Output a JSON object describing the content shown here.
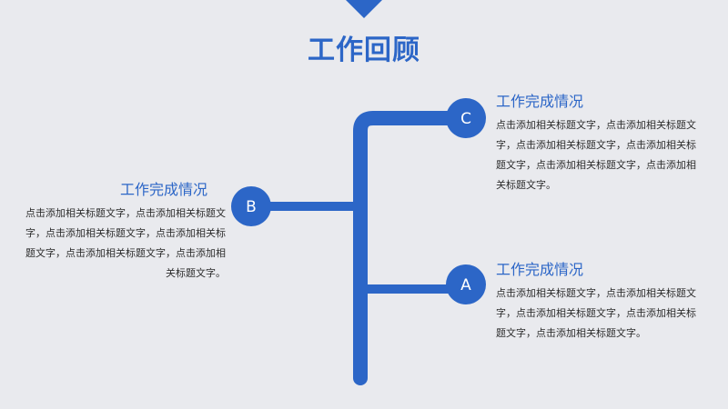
{
  "title": "工作回顾",
  "colors": {
    "accent": "#2c66c7",
    "background": "#e9eaee",
    "body_text": "#2c2c2c"
  },
  "nodes": {
    "b": {
      "label": "B",
      "heading": "工作完成情况",
      "body": "点击添加相关标题文字，点击添加相关标题文字，点击添加相关标题文字，点击添加相关标题文字，点击添加相关标题文字，点击添加相关标题文字。"
    },
    "c": {
      "label": "C",
      "heading": "工作完成情况",
      "body": "点击添加相关标题文字，点击添加相关标题文字，点击添加相关标题文字，点击添加相关标题文字，点击添加相关标题文字，点击添加相关标题文字。"
    },
    "a": {
      "label": "A",
      "heading": "工作完成情况",
      "body": "点击添加相关标题文字，点击添加相关标题文字，点击添加相关标题文字，点击添加相关标题文字，点击添加相关标题文字。"
    }
  }
}
